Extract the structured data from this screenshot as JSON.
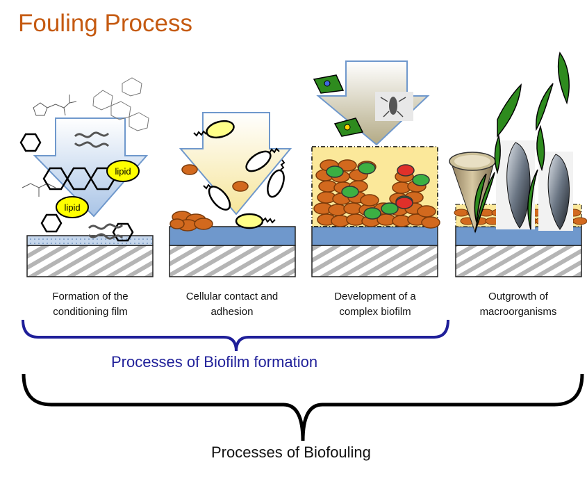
{
  "title": "Fouling Process",
  "stages": [
    {
      "line1": "Formation of the",
      "line2": "conditioning film"
    },
    {
      "line1": "Cellular contact and",
      "line2": "adhesion"
    },
    {
      "line1": "Development of a",
      "line2": "complex biofilm"
    },
    {
      "line1": "Outgrowth of",
      "line2": "macroorganisms"
    }
  ],
  "lipid_label": "lipid",
  "brace_biofilm": "Processes of Biofilm formation",
  "brace_biofouling": "Processes of Biofouling",
  "colors": {
    "title": "#c55a11",
    "brace_biofilm": "#1f1f99",
    "substrate_film": "#6f98cc",
    "arrow_outline": "#6f98cc",
    "cell_orange": "#d2691e",
    "lipid_yellow": "#ffff00",
    "biofilm_bg": "#fbe89a",
    "algae_green": "#2e8b1e"
  }
}
